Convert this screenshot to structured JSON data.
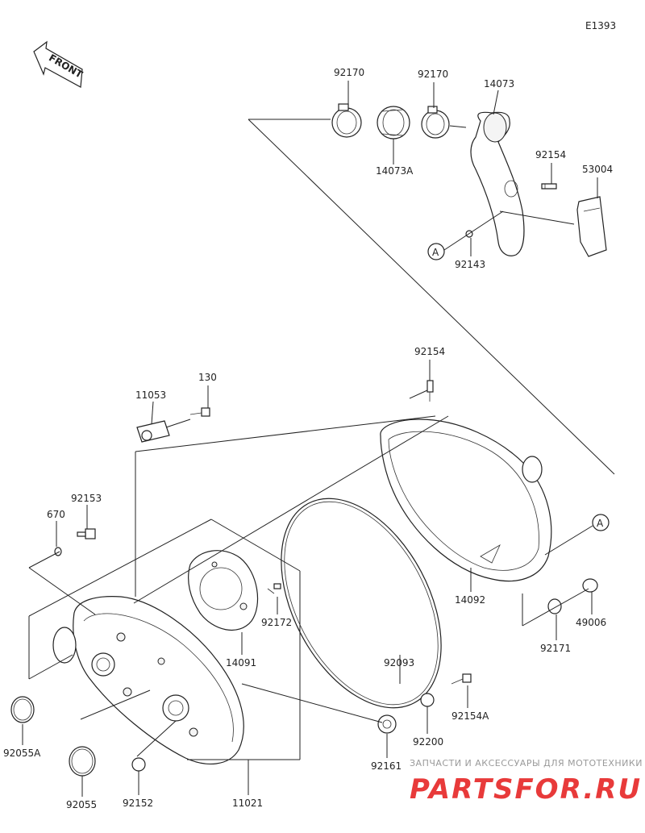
{
  "diagram_id": "E1393",
  "front_label": "FRONT",
  "ref_marker": "A",
  "parts": {
    "p92170a": "92170",
    "p92170b": "92170",
    "p14073": "14073",
    "p14073A": "14073A",
    "p92154top": "92154",
    "p53004": "53004",
    "p92143": "92143",
    "p92154mid": "92154",
    "p130": "130",
    "p11053": "11053",
    "p92153": "92153",
    "p670": "670",
    "p14092": "14092",
    "p49006": "49006",
    "p92171": "92171",
    "p92172": "92172",
    "p14091": "14091",
    "p92093": "92093",
    "p92154A": "92154A",
    "p92200": "92200",
    "p92161": "92161",
    "p92055A": "92055A",
    "p92055": "92055",
    "p92152": "92152",
    "p11021": "11021"
  },
  "watermark": {
    "tagline": "ЗАПЧАСТИ И АКСЕССУАРЫ ДЛЯ МОТОТЕХНИКИ",
    "brand": "PARTSFOR.RU"
  }
}
